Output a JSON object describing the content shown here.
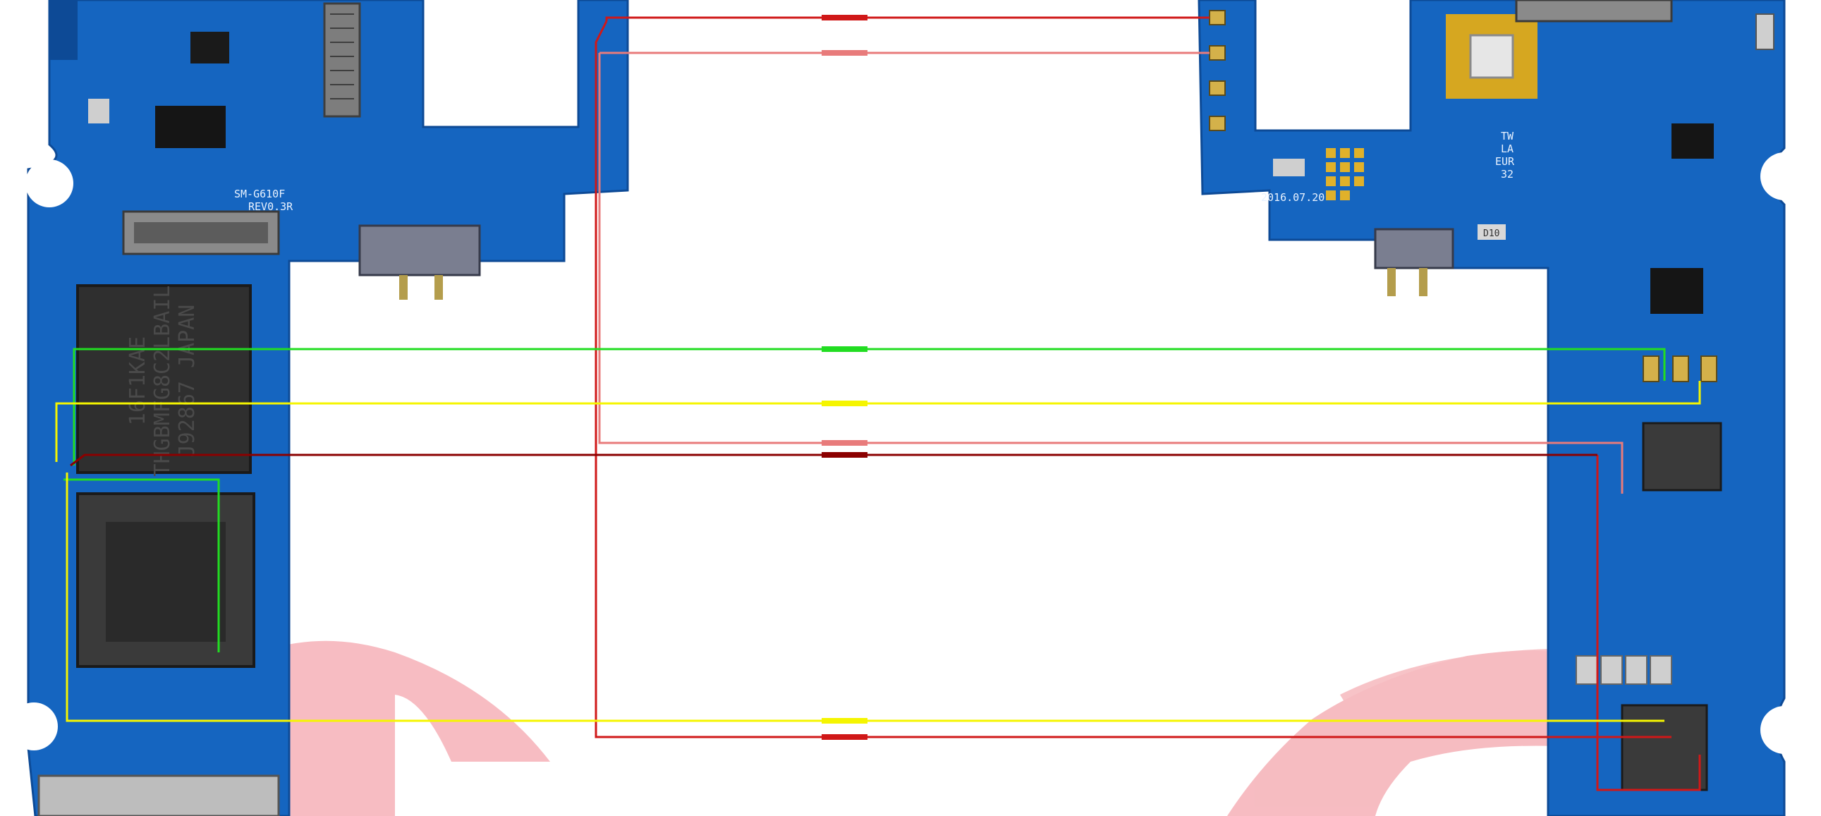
{
  "labels": {
    "model": "SM-G610F",
    "revision": "REV0.3R",
    "date": "2016.07.20",
    "region_lines": [
      "TW",
      "LA",
      "EUR",
      "32"
    ],
    "chip_lines": [
      "16F1KAE",
      "THGBMFG8C2LBAIL",
      "J92867 JAPAN"
    ],
    "connector_code": "D10"
  },
  "colors": {
    "board": "#1565c0",
    "board_dark": "#0d4a96",
    "watermark": "#f4a6ad",
    "trace_red": "#d01818",
    "trace_pink": "#e87b7b",
    "trace_green": "#22dd22",
    "trace_yellow": "#f5f500",
    "trace_darkred": "#8b0000"
  }
}
